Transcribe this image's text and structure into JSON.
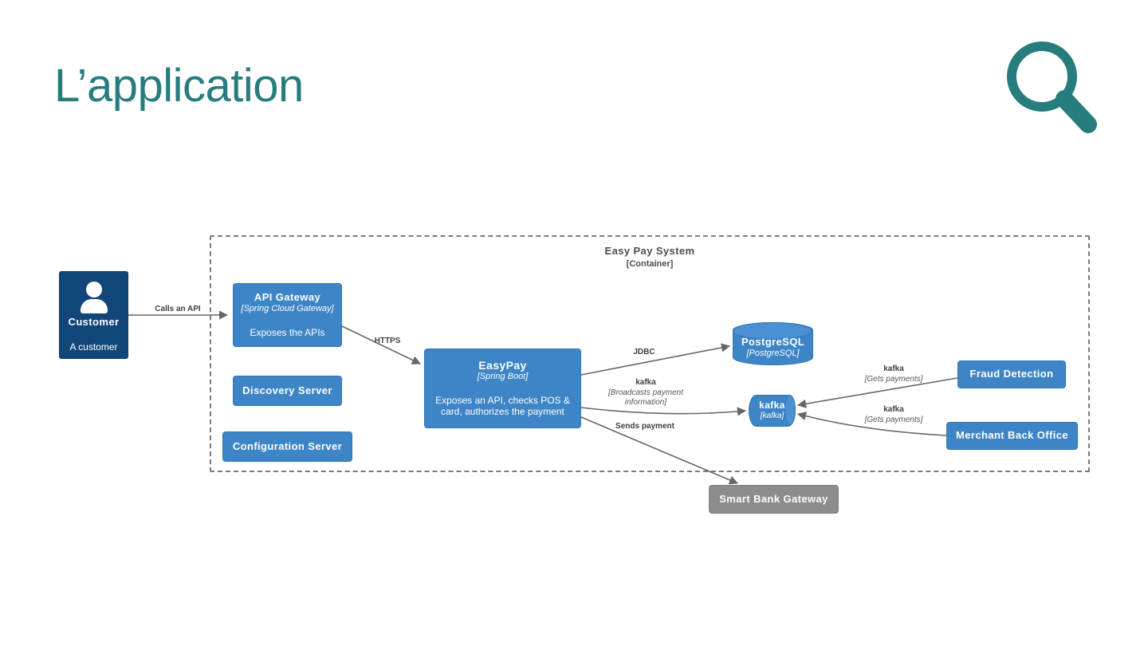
{
  "slide": {
    "title": "L’application",
    "title_color": "#277d7d",
    "background": "#ffffff",
    "magnifier_icon": "magnifying-glass-icon"
  },
  "diagram": {
    "type": "c4-container-diagram",
    "boundary": {
      "name": "Easy Pay System",
      "type_label": "[Container]",
      "style": "dashed",
      "color": "#7b7b7b"
    },
    "colors": {
      "person": "#11467b",
      "container": "#3d85c6",
      "external": "#8c8c8c",
      "edge": "#666666"
    },
    "nodes": [
      {
        "id": "customer",
        "shape": "person",
        "name": "Customer",
        "tech": "",
        "description": "A customer",
        "icon": "person-icon",
        "color": "#11467b",
        "external": true
      },
      {
        "id": "api-gateway",
        "shape": "box",
        "name": "API Gateway",
        "tech": "[Spring Cloud Gateway]",
        "description": "Exposes the APIs",
        "color": "#3d85c6"
      },
      {
        "id": "discovery-server",
        "shape": "box",
        "name": "Discovery Server",
        "tech": "",
        "description": "",
        "color": "#3d85c6"
      },
      {
        "id": "configuration-server",
        "shape": "box",
        "name": "Configuration Server",
        "tech": "",
        "description": "",
        "color": "#3d85c6"
      },
      {
        "id": "easypay",
        "shape": "box",
        "name": "EasyPay",
        "tech": "[Spring Boot]",
        "description": "Exposes an API, checks POS & card, authorizes the payment",
        "color": "#3d85c6"
      },
      {
        "id": "postgresql",
        "shape": "database",
        "name": "PostgreSQL",
        "tech": "[PostgreSQL]",
        "description": "",
        "color": "#3d85c6"
      },
      {
        "id": "kafka",
        "shape": "queue",
        "name": "kafka",
        "tech": "[kafka]",
        "description": "",
        "color": "#3d85c6"
      },
      {
        "id": "fraud-detection",
        "shape": "box",
        "name": "Fraud Detection",
        "tech": "",
        "description": "",
        "color": "#3d85c6"
      },
      {
        "id": "merchant-back-office",
        "shape": "box",
        "name": "Merchant Back Office",
        "tech": "",
        "description": "",
        "color": "#3d85c6"
      },
      {
        "id": "smart-bank-gateway",
        "shape": "box",
        "name": "Smart Bank Gateway",
        "tech": "",
        "description": "",
        "color": "#8c8c8c",
        "external": true
      }
    ],
    "edges": [
      {
        "id": "customer-to-gateway",
        "from": "customer",
        "to": "api-gateway",
        "label": "Calls an API",
        "tech": ""
      },
      {
        "id": "gateway-to-easypay",
        "from": "api-gateway",
        "to": "easypay",
        "label": "HTTPS",
        "tech": ""
      },
      {
        "id": "easypay-to-postgresql",
        "from": "easypay",
        "to": "postgresql",
        "label": "JDBC",
        "tech": ""
      },
      {
        "id": "easypay-to-kafka",
        "from": "easypay",
        "to": "kafka",
        "label": "kafka",
        "tech": "[Broadcasts payment information]"
      },
      {
        "id": "easypay-to-smartbank",
        "from": "easypay",
        "to": "smart-bank-gateway",
        "label": "Sends payment",
        "tech": ""
      },
      {
        "id": "fraud-to-kafka",
        "from": "fraud-detection",
        "to": "kafka",
        "label": "kafka",
        "tech": "[Gets payments]"
      },
      {
        "id": "merchant-to-kafka",
        "from": "merchant-back-office",
        "to": "kafka",
        "label": "kafka",
        "tech": "[Gets payments]"
      }
    ]
  }
}
